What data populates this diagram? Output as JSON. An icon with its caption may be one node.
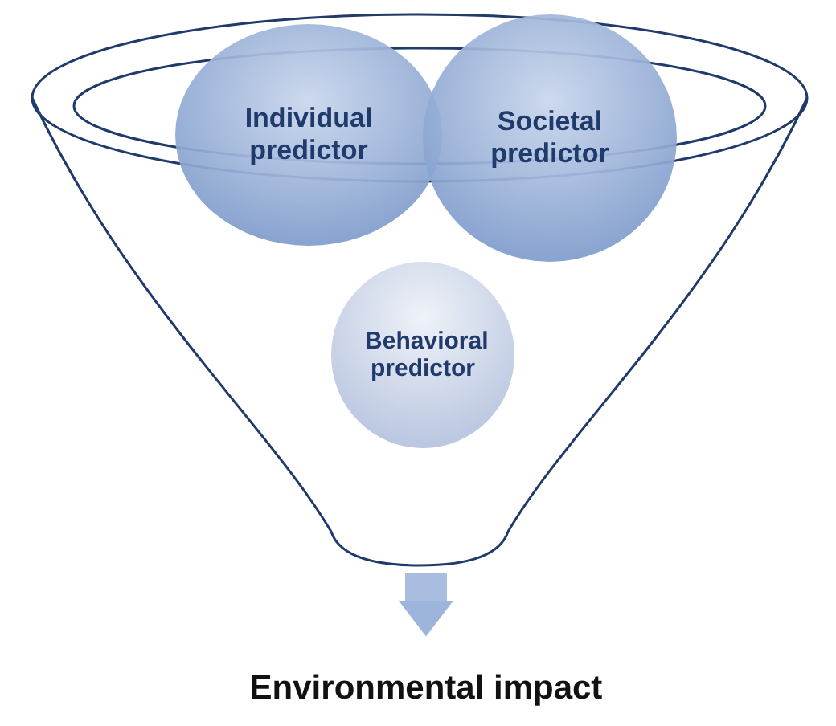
{
  "diagram": {
    "nodes": [
      {
        "text": [],
        "shape": "funnel"
      },
      {
        "text": [
          "Individual predictor"
        ],
        "in": 0
      },
      {
        "text": [
          "Societal predictor"
        ],
        "in": 0
      },
      {
        "text": [
          "Behavioral predictor"
        ],
        "in": 0
      },
      {
        "text": [
          "Environmental impact"
        ]
      }
    ],
    "edges": [
      {
        "from": 0,
        "to": 4,
        "arrow": "to"
      }
    ]
  }
}
